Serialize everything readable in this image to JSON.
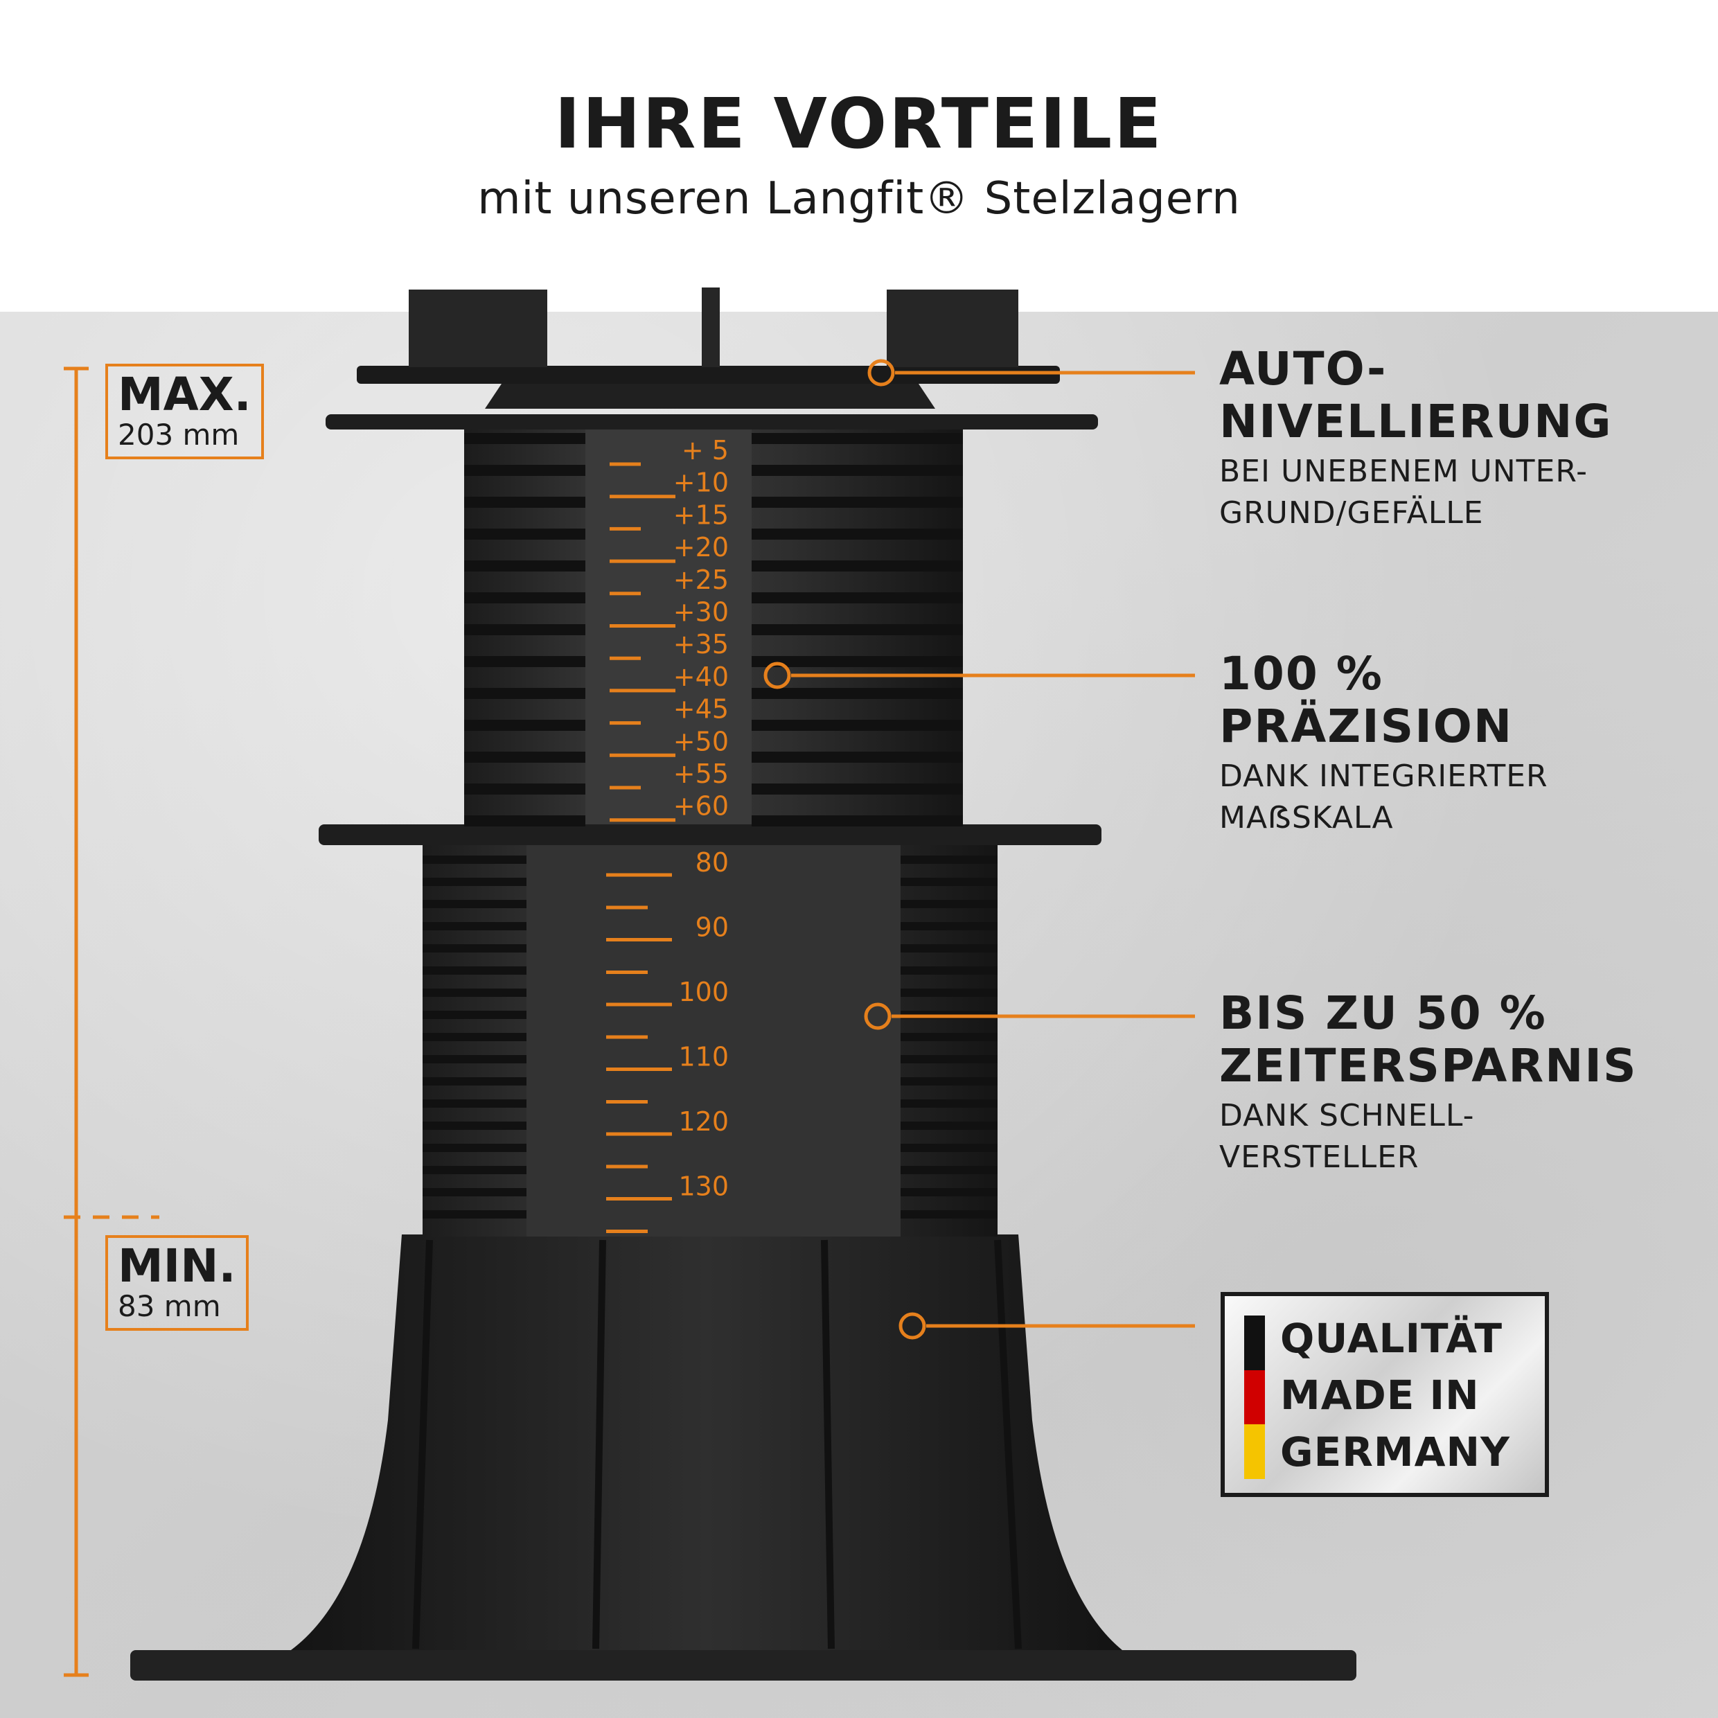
{
  "header": {
    "title": "IHRE VORTEILE",
    "subtitle": "mit unseren Langfit® Stelzlagern"
  },
  "dimensions": {
    "max": {
      "label": "MAX.",
      "value": "203 mm"
    },
    "min": {
      "label": "MIN.",
      "value": "83 mm"
    }
  },
  "features": [
    {
      "title": "AUTO-\nNIVELLIERUNG",
      "desc": "BEI UNEBENEM UNTER-\nGRUND/GEFÄLLE"
    },
    {
      "title": "100 %\nPRÄZISION",
      "desc": "DANK INTEGRIERTER\nMAẞSKALA"
    },
    {
      "title": "BIS ZU 50 %\nZEITERSPARNIS",
      "desc": "DANK SCHNELL-\nVERSTELLER"
    }
  ],
  "badge": {
    "text": "QUALITÄT\nMADE IN\nGERMANY",
    "flag_colors": [
      "#111111",
      "#d00000",
      "#f5c400"
    ]
  },
  "scale": {
    "upper": [
      "+ 5",
      "+10",
      "+15",
      "+20",
      "+25",
      "+30",
      "+35",
      "+40",
      "+45",
      "+50",
      "+55",
      "+60"
    ],
    "lower": [
      "80",
      "90",
      "100",
      "110",
      "120",
      "130"
    ]
  },
  "colors": {
    "accent": "#e6801c",
    "text": "#1b1b1b",
    "product": "#2a2a2a"
  }
}
